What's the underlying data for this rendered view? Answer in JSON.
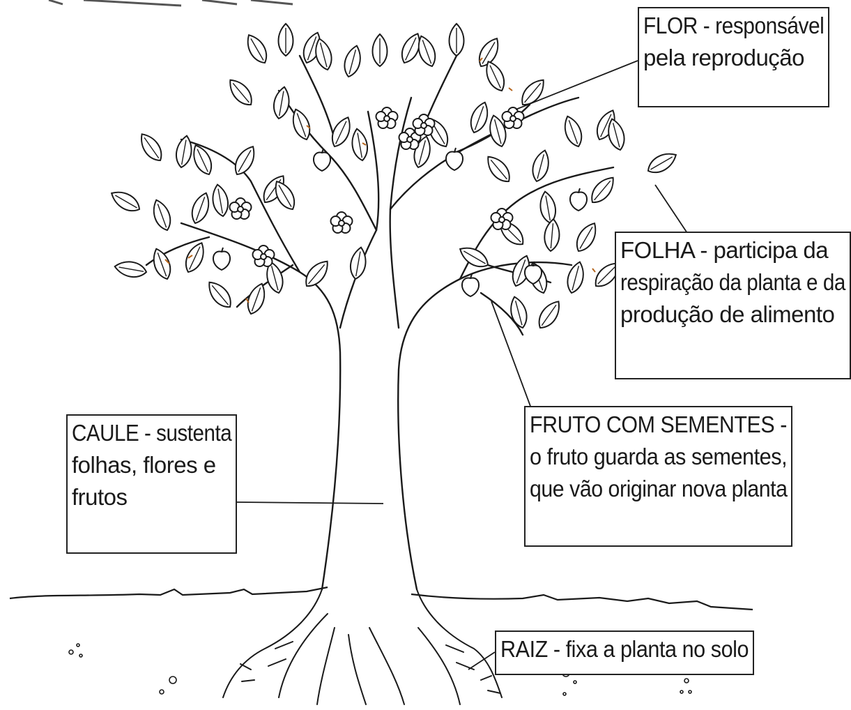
{
  "labels": {
    "flor": {
      "line1": "FLOR - responsável",
      "line2": "pela reprodução"
    },
    "folha": {
      "line1": "FOLHA - participa da",
      "line2": "respiração da planta e da",
      "line3": "produção de alimento"
    },
    "fruto": {
      "line1": "FRUTO COM SEMENTES -",
      "line2": "o fruto guarda as sementes,",
      "line3": "que vão originar nova planta"
    },
    "caule": {
      "line1": "CAULE - sustenta",
      "line2": "folhas, flores e",
      "line3": "frutos"
    },
    "raiz": {
      "line1": "RAIZ - fixa a planta no solo"
    }
  },
  "colors": {
    "ink": "#1a1a1a",
    "accent_dots": "#b5651d",
    "background": "#ffffff"
  },
  "icons": [
    "tree-illustration",
    "leaf-icon",
    "flower-icon",
    "fruit-icon",
    "root-icon"
  ]
}
